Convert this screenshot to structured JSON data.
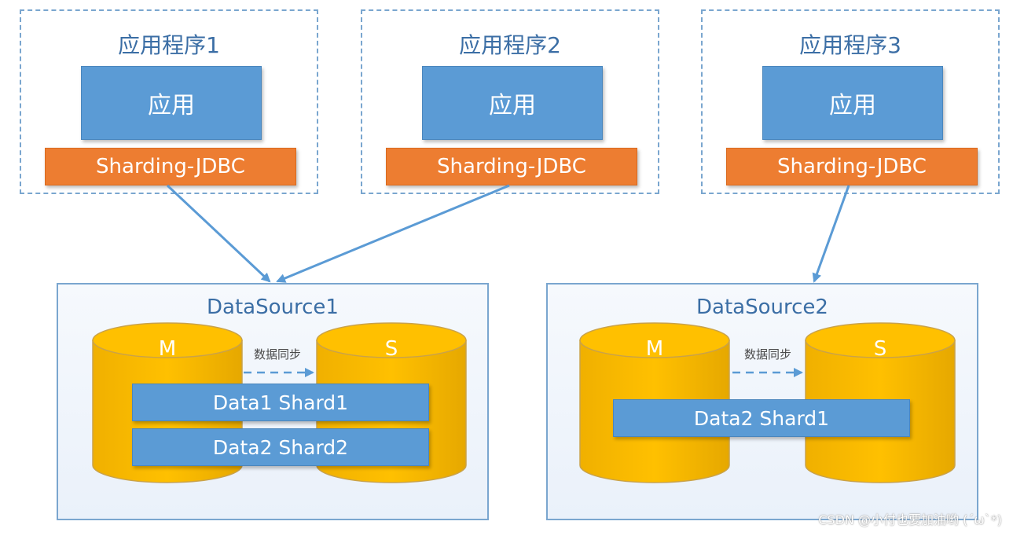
{
  "apps": [
    {
      "title": "应用程序1",
      "core_label": "应用",
      "jdbc_label": "Sharding-JDBC"
    },
    {
      "title": "应用程序2",
      "core_label": "应用",
      "jdbc_label": "Sharding-JDBC"
    },
    {
      "title": "应用程序3",
      "core_label": "应用",
      "jdbc_label": "Sharding-JDBC"
    }
  ],
  "datasources": [
    {
      "title": "DataSource1",
      "master_label": "M",
      "slave_label": "S",
      "sync_label": "数据同步",
      "shards": [
        "Data1 Shard1",
        "Data2 Shard2"
      ]
    },
    {
      "title": "DataSource2",
      "master_label": "M",
      "slave_label": "S",
      "sync_label": "数据同步",
      "shards": [
        "Data2 Shard1"
      ]
    }
  ],
  "colors": {
    "app_core": "#5b9bd5",
    "jdbc": "#ed7d31",
    "cylinder": "#ffc000",
    "connector": "#5b9bd5"
  },
  "watermark": "CSDN @小付也要加油哟 (´ω`*)"
}
